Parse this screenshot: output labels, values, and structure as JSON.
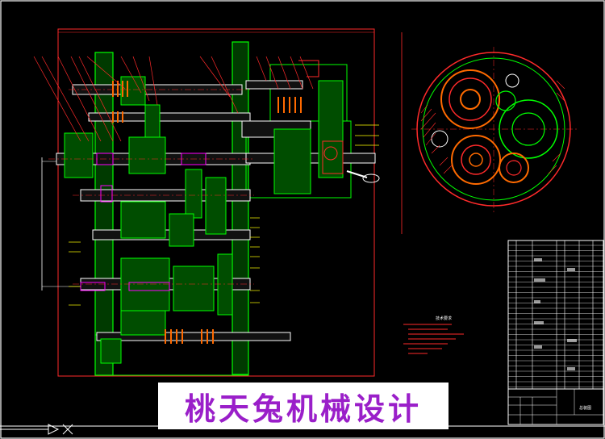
{
  "drawing": {
    "background": "#000000",
    "frame_color": "#ffffff",
    "gear_color": "#00ff00",
    "shaft_color": "#ffffff",
    "red_color": "#ff2a2a",
    "orange_color": "#ff6a00",
    "magenta_color": "#ff00ff",
    "yellow_color": "#ffff00"
  },
  "watermark": {
    "text": "桃天兔机械设计"
  },
  "tech_requirements": {
    "title": "技术要求"
  },
  "title_block": {
    "drawing_name": "总装图"
  }
}
